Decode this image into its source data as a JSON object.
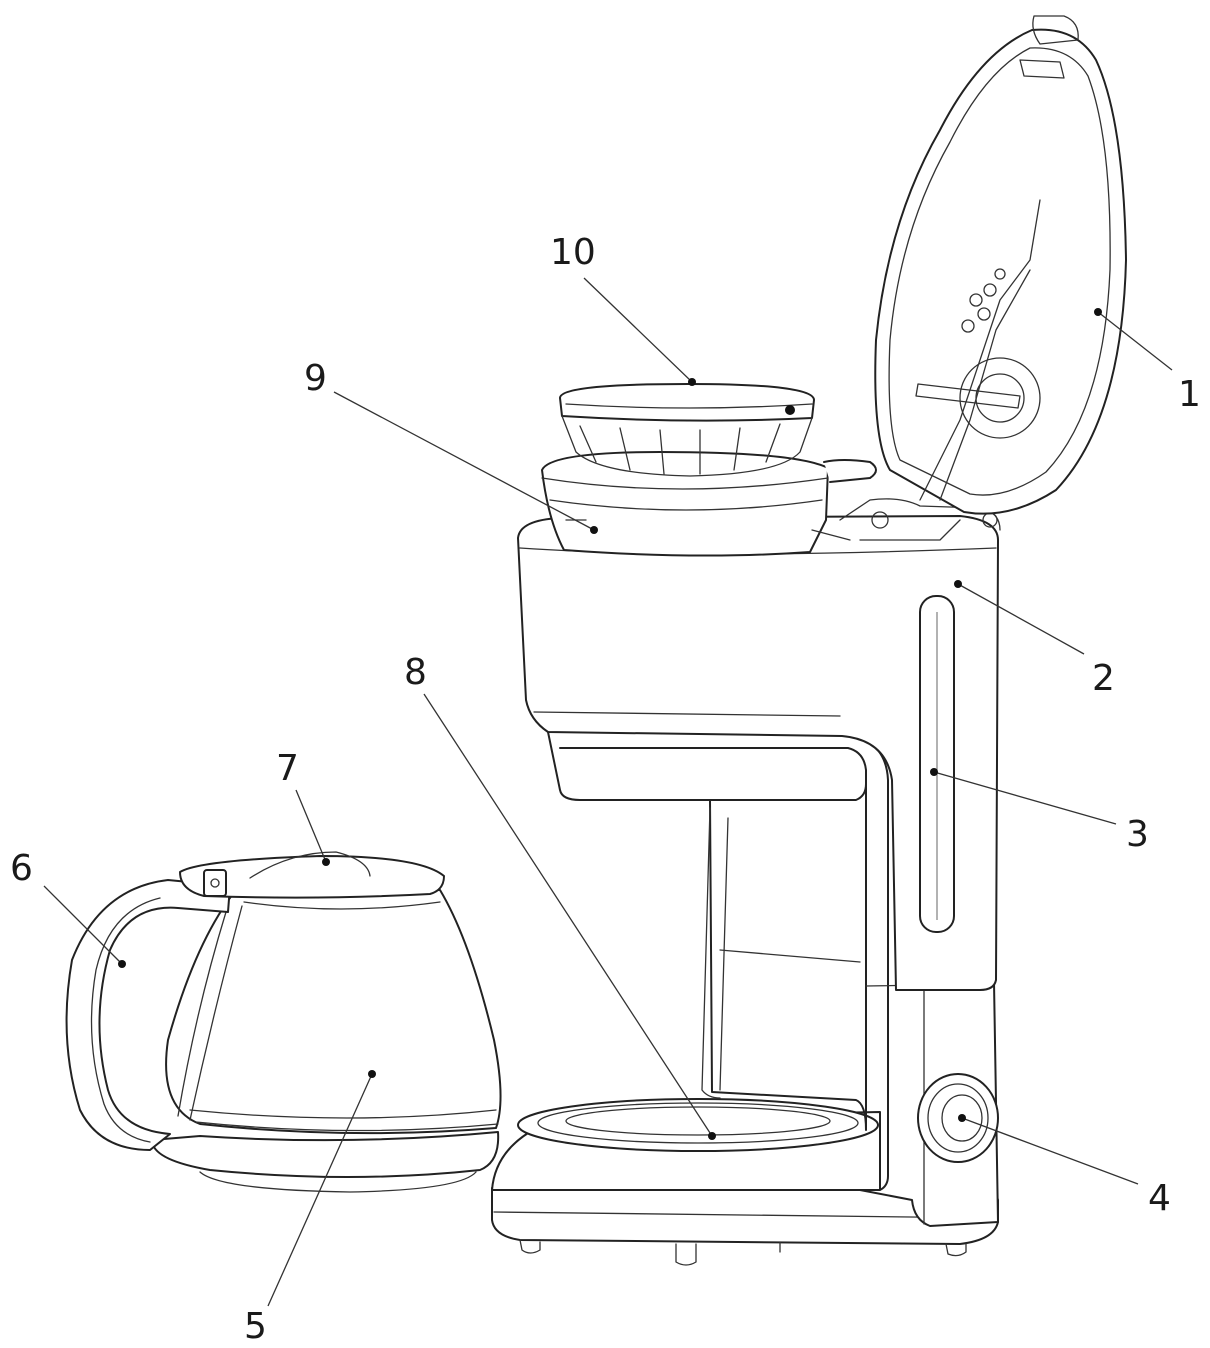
{
  "callouts": [
    {
      "id": "lid",
      "label": "1"
    },
    {
      "id": "water-tank",
      "label": "2"
    },
    {
      "id": "water-level-window",
      "label": "3"
    },
    {
      "id": "power-button",
      "label": "4"
    },
    {
      "id": "carafe",
      "label": "5"
    },
    {
      "id": "carafe-handle",
      "label": "6"
    },
    {
      "id": "carafe-lid",
      "label": "7"
    },
    {
      "id": "warming-plate",
      "label": "8"
    },
    {
      "id": "filter-holder",
      "label": "9"
    },
    {
      "id": "permanent-filter",
      "label": "10"
    }
  ],
  "colors": {
    "line": "#222222",
    "accent_line": "#8fd48f",
    "background": "#ffffff"
  }
}
